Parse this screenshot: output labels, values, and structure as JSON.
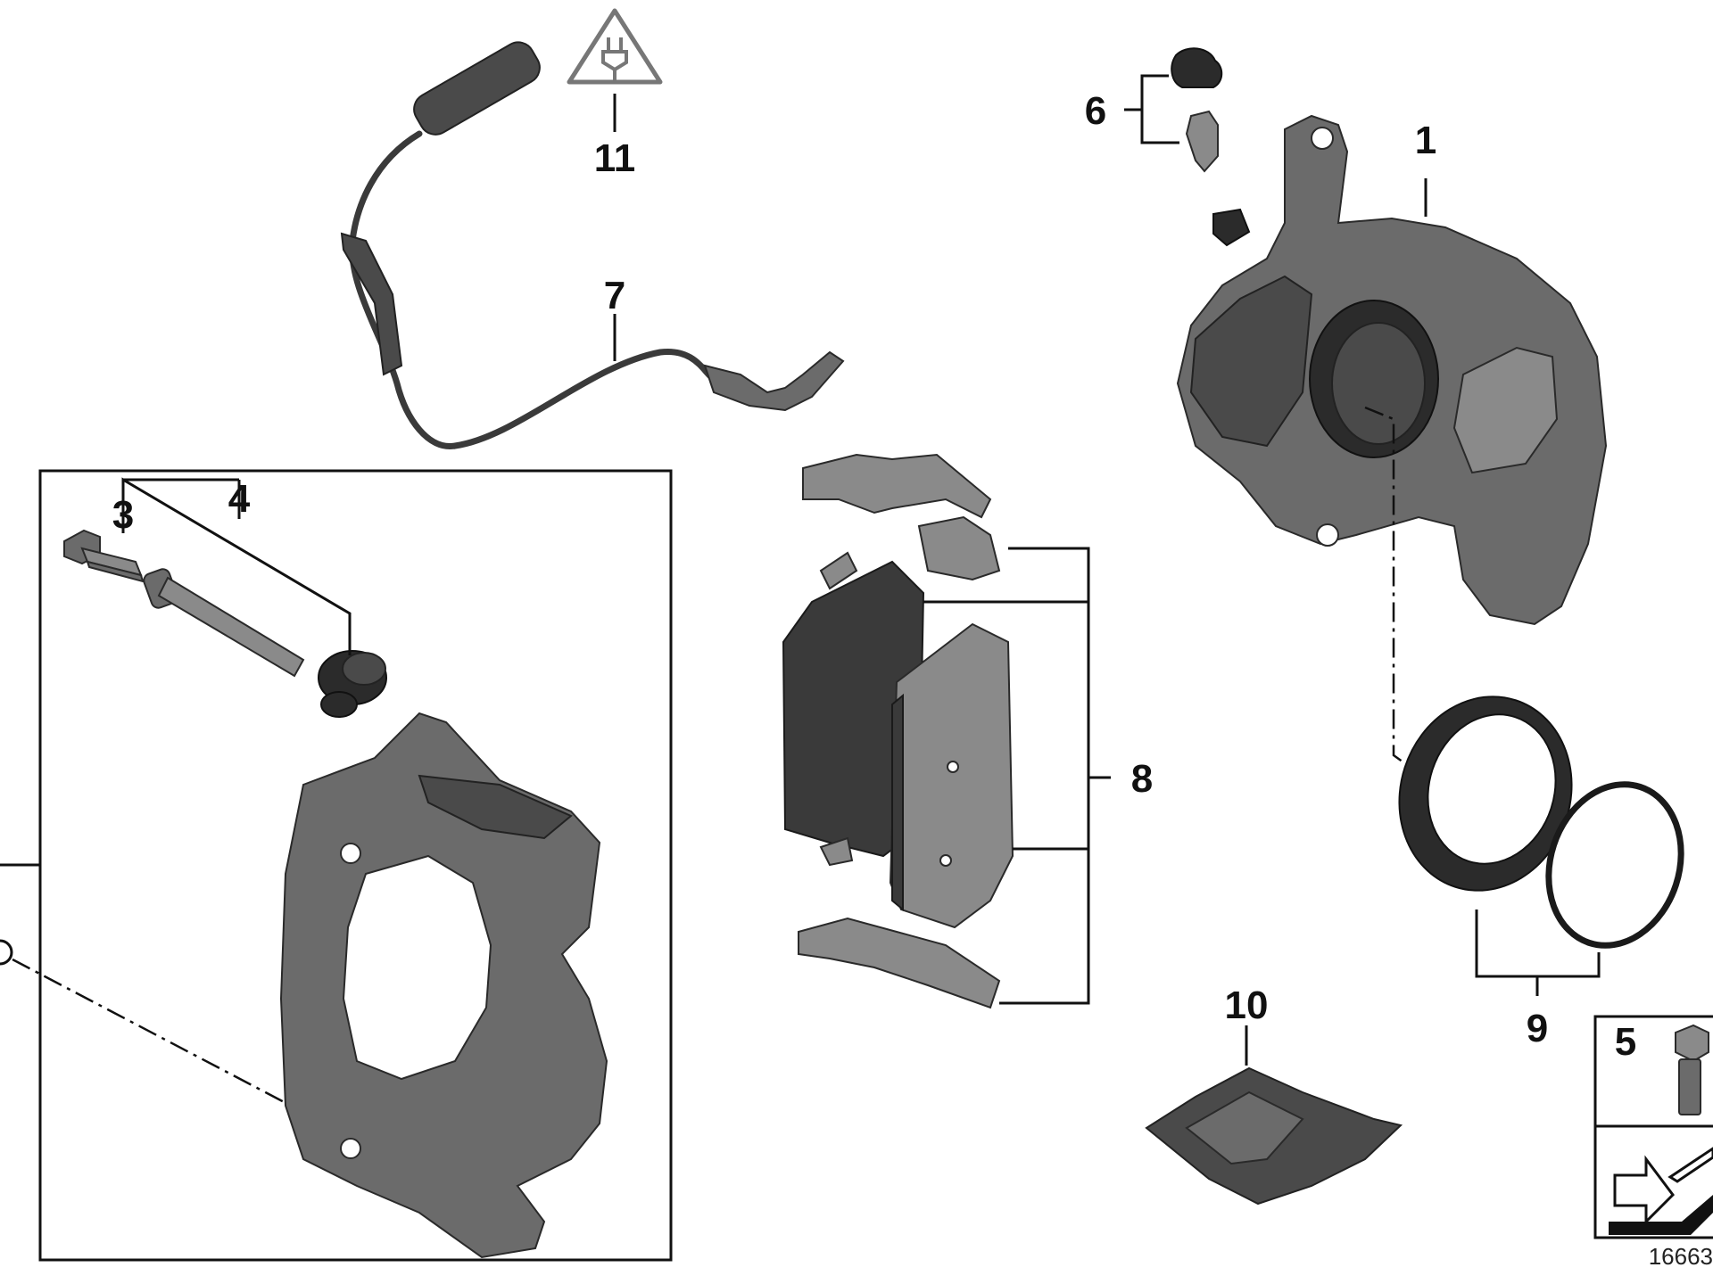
{
  "diagram": {
    "callouts": [
      {
        "id": "1",
        "label": "1"
      },
      {
        "id": "3",
        "label": "3"
      },
      {
        "id": "4",
        "label": "4"
      },
      {
        "id": "5",
        "label": "5"
      },
      {
        "id": "6",
        "label": "6"
      },
      {
        "id": "7",
        "label": "7"
      },
      {
        "id": "8",
        "label": "8"
      },
      {
        "id": "9",
        "label": "9"
      },
      {
        "id": "10",
        "label": "10"
      },
      {
        "id": "11",
        "label": "11"
      }
    ],
    "reference_number": "16663",
    "icons": {
      "warning": "electrical-warning-icon",
      "note": "torque-note-icon"
    },
    "colors": {
      "line": "#111111",
      "metal": "#6b6b6b",
      "pad": "#3a3a3a"
    }
  }
}
